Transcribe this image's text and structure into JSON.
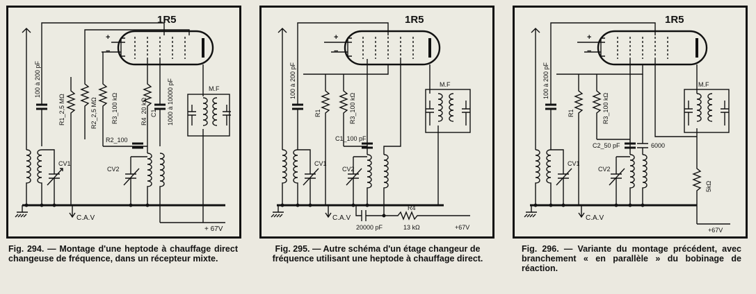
{
  "figures": [
    {
      "tube": "1R5",
      "labels": {
        "cap1": "100 à 200 pF",
        "r1": "R1_2,5 MΩ",
        "r2": "R2_2,5 MΩ",
        "r3": "R3_100 kΩ",
        "r4": "R4_20 kΩ",
        "c1": "C1",
        "c1v": "1000 à 10000 pF",
        "r2b": "R2_100",
        "mf": "M.F",
        "cv1": "CV1",
        "cv2": "CV2",
        "cav": "C.A.V",
        "v67": "+ 67V",
        "plus": "+",
        "minus": "−"
      },
      "caption": {
        "number": "Fig. 294.",
        "text": " — Montage d'une heptode à chauffage direct changeuse de fréquence, dans un récepteur mixte."
      }
    },
    {
      "tube": "1R5",
      "labels": {
        "cap1": "100 à 200 pF",
        "r1": "R1",
        "r3": "R3_100 kΩ",
        "c1": "C1_100 pF",
        "mf": "M.F",
        "cv1": "CV1",
        "cv2": "CV2",
        "cav": "C.A.V",
        "c20000": "20000 pF",
        "r4": "R4",
        "r4v": "13 kΩ",
        "v67": "+67V",
        "plus": "+",
        "minus": "−"
      },
      "caption": {
        "number": "Fig. 295.",
        "text": " — Autre schéma d'un étage changeur de fréquence utilisant une heptode à chauffage direct."
      }
    },
    {
      "tube": "1R5",
      "labels": {
        "cap1": "100 à 200 pF",
        "r1": "R1",
        "r3": "R3_100 kΩ",
        "c2": "C2_50 pF",
        "c6000": "6000",
        "mf": "M.F",
        "r5k": "5kΩ",
        "cv1": "CV1",
        "cv2": "CV2",
        "cav": "C.A.V",
        "v67": "+67V",
        "plus": "+",
        "minus": "−"
      },
      "caption": {
        "number": "Fig. 296.",
        "text": " — Variante du montage précédent, avec branchement « en parallèle » du bobinage de réaction."
      }
    }
  ]
}
